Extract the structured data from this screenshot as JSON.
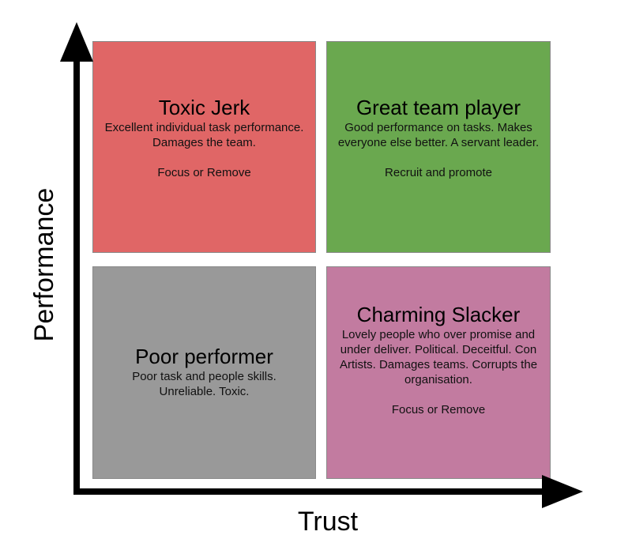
{
  "colors": {
    "toxic_jerk": "#e06666",
    "great_team_player": "#6aa84f",
    "poor_performer": "#999999",
    "charming_slacker": "#c27ba0",
    "axis": "#000000"
  },
  "axes": {
    "x_label": "Trust",
    "y_label": "Performance"
  },
  "quadrants": {
    "top_left": {
      "title": "Toxic Jerk",
      "description": "Excellent individual task performance. Damages the team.",
      "action": "Focus or Remove"
    },
    "top_right": {
      "title": "Great team player",
      "description": "Good performance on tasks. Makes everyone else better. A servant leader.",
      "action": "Recruit and promote"
    },
    "bottom_left": {
      "title": "Poor performer",
      "description": "Poor task and people skills. Unreliable. Toxic."
    },
    "bottom_right": {
      "title": "Charming Slacker",
      "description": "Lovely people who over promise and under deliver. Political. Deceitful. Con Artists. Damages teams. Corrupts the organisation.",
      "action": "Focus or Remove"
    }
  }
}
